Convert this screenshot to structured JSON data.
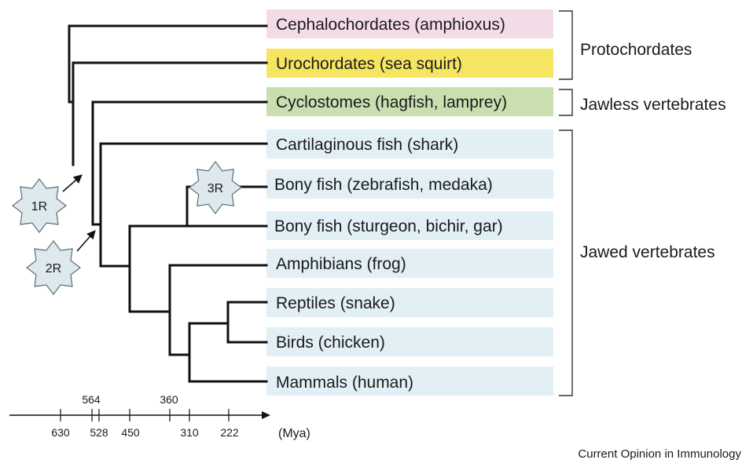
{
  "taxa": [
    {
      "label": "Cephalochordates (amphioxus)",
      "color": "#f3dce7"
    },
    {
      "label": "Urochordates (sea squirt)",
      "color": "#f5e561"
    },
    {
      "label": "Cyclostomes (hagfish, lamprey)",
      "color": "#c9dfb0"
    },
    {
      "label": "Cartilaginous fish (shark)",
      "color": "#e2eff4"
    },
    {
      "label": "Bony fish (zebrafish, medaka)",
      "color": "#e2eff4"
    },
    {
      "label": "Bony fish (sturgeon, bichir, gar)",
      "color": "#e2eff4"
    },
    {
      "label": "Amphibians (frog)",
      "color": "#e2eff4"
    },
    {
      "label": "Reptiles (snake)",
      "color": "#e2eff4"
    },
    {
      "label": "Birds (chicken)",
      "color": "#e2eff4"
    },
    {
      "label": "Mammals (human)",
      "color": "#e2eff4"
    }
  ],
  "groups": [
    {
      "label": "Protochordates"
    },
    {
      "label": "Jawless vertebrates"
    },
    {
      "label": "Jawed vertebrates"
    }
  ],
  "duplications": [
    {
      "label": "1R"
    },
    {
      "label": "2R"
    },
    {
      "label": "3R"
    }
  ],
  "timeline": {
    "unit": "(Mya)",
    "ticks_below": [
      "630",
      "528",
      "450",
      "310",
      "222"
    ],
    "ticks_above": [
      "564",
      "360"
    ]
  },
  "credit": "Current Opinion in Immunology",
  "colors": {
    "line": "#111111",
    "star_fill": "#dde9ec",
    "star_stroke": "#5a6f78"
  }
}
